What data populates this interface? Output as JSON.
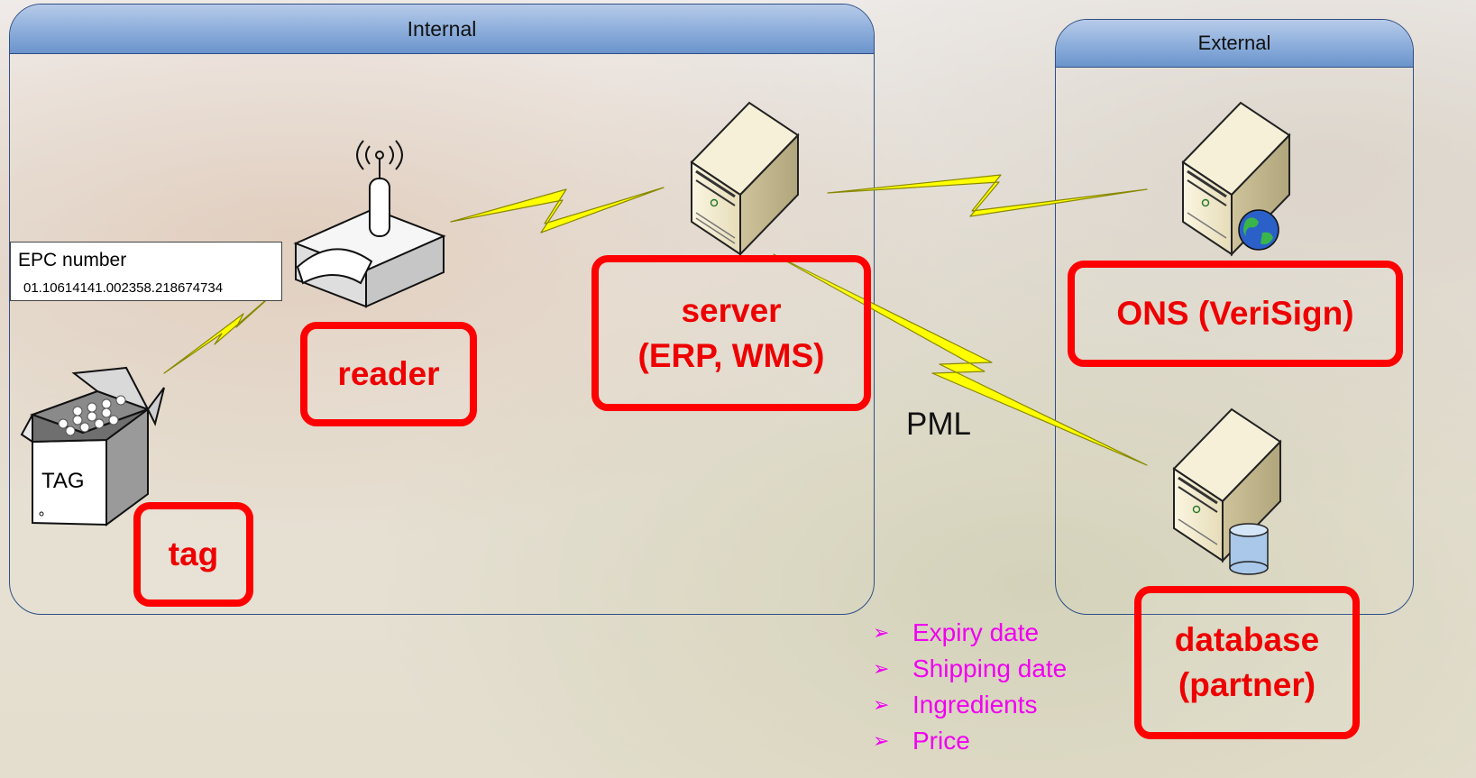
{
  "zones": {
    "internal": "Internal",
    "external": "External"
  },
  "epc": {
    "title": "EPC number",
    "number": "01.10614141.002358.218674734"
  },
  "box": {
    "label": "TAG"
  },
  "labels": {
    "server": [
      "server",
      "(ERP, WMS)"
    ],
    "reader": "reader",
    "tag": "tag",
    "ons": "ONS (VeriSign)",
    "database": [
      "database",
      "(partner)"
    ]
  },
  "pml": {
    "label": "PML",
    "items": [
      "Expiry date",
      "Shipping date",
      "Ingredients",
      "Price"
    ]
  },
  "colors": {
    "label_red": "#ff0000",
    "header_blue": "#8fb0dc",
    "link_yellow": "#ffff00",
    "list_magenta": "#f000f0"
  },
  "icons": {
    "server": "server-tower-icon",
    "reader": "rfid-reader-icon",
    "ons": "server-globe-icon",
    "database": "server-database-icon",
    "tag": "open-box-icon",
    "bullet": "arrow-bullet-icon"
  }
}
